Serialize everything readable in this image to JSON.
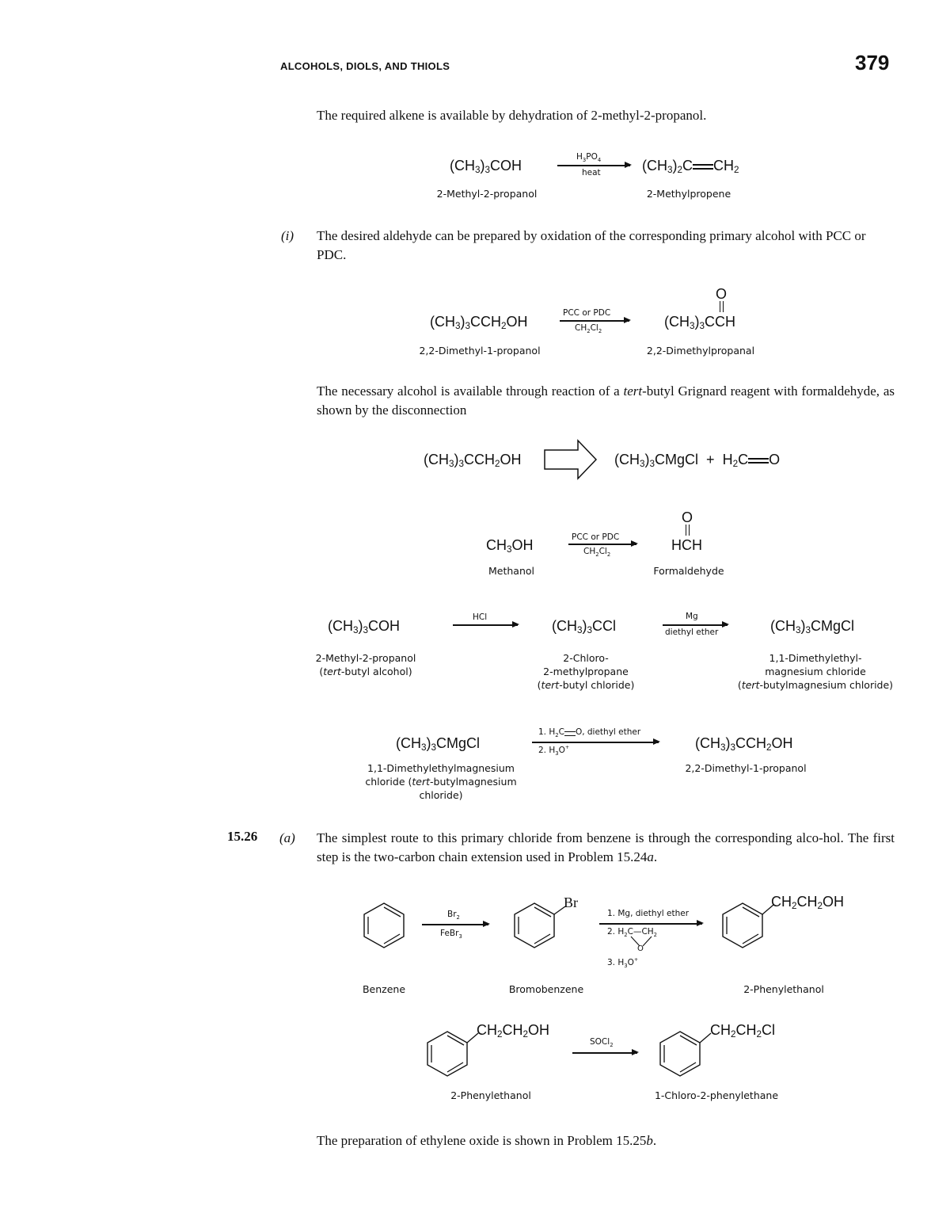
{
  "header": {
    "running_title": "ALCOHOLS, DIOLS, AND THIOLS",
    "page_number": "379"
  },
  "section_h": {
    "intro": "The required alkene is available by dehydration of 2-methyl-2-propanol.",
    "reaction": {
      "reactant": {
        "formula_parts": [
          "(CH",
          "3",
          ")",
          "3",
          "COH"
        ],
        "name": "2-Methyl-2-propanol"
      },
      "conditions_top": "H3PO4",
      "conditions_bottom": "heat",
      "product": {
        "formula_parts": [
          "(CH",
          "3",
          ")",
          "2",
          "C",
          "CH",
          "2"
        ],
        "name": "2-Methylpropene"
      }
    }
  },
  "section_i": {
    "label": "(i)",
    "text": "The desired aldehyde can be prepared by oxidation of the corresponding primary alcohol with PCC or PDC.",
    "reaction": {
      "reactant": {
        "name": "2,2-Dimethyl-1-propanol"
      },
      "conditions_top": "PCC or PDC",
      "conditions_bottom": "CH2Cl2",
      "product": {
        "carbonyl_o": "O",
        "name": "2,2-Dimethylpropanal"
      }
    },
    "text2_pre": "The necessary alcohol is available through reaction of a ",
    "text2_italic": "tert",
    "text2_post": "-butyl Grignard reagent with formaldehyde, as shown by the disconnection",
    "disconnection": {
      "left": "(CH3)3CCH2OH",
      "right_plus": "+"
    },
    "methanol_reaction": {
      "reactant_name": "Methanol",
      "conditions_top": "PCC or PDC",
      "conditions_bottom": "CH2Cl2",
      "product_o": "O",
      "product_formula": "HCH",
      "product_name": "Formaldehyde"
    },
    "grignard_prep": {
      "reactant_name_1": "2-Methyl-2-propanol",
      "reactant_name_2_italic": "tert",
      "reactant_name_2_rest": "-butyl alcohol)",
      "cond1": "HCl",
      "intermediate_name_1": "2-Chloro-",
      "intermediate_name_2": "2-methylpropane",
      "intermediate_name_3_italic": "tert",
      "intermediate_name_3_rest": "-butyl chloride)",
      "cond2_top": "Mg",
      "cond2_bottom": "diethyl ether",
      "product_name_1": "1,1-Dimethylethyl-",
      "product_name_2": "magnesium chloride",
      "product_name_3_italic": "tert",
      "product_name_3_rest": "-butylmagnesium chloride)"
    },
    "grignard_addition": {
      "reactant_name_1": "1,1-Dimethylethylmagnesium",
      "reactant_name_2_pre": "chloride (",
      "reactant_name_2_italic": "tert",
      "reactant_name_2_rest": "-butylmagnesium",
      "reactant_name_3": "chloride)",
      "cond_1": "1. H2C=O, diethyl ether",
      "cond_2": "2. H3O+",
      "product_name": "2,2-Dimethyl-1-propanol"
    }
  },
  "problem_15_26": {
    "number": "15.26",
    "part": "(a)",
    "text_pre": "The simplest route to this primary chloride from benzene is through the corresponding alco-hol. The first step is the two-carbon chain extension used in Problem 15.24",
    "text_italic": "a",
    "text_post": ".",
    "step1": {
      "start_name": "Benzene",
      "cond_top": "Br2",
      "cond_bottom": "FeBr3",
      "mid_substituent": "Br",
      "mid_name": "Bromobenzene",
      "cond2_1": "1. Mg, diethyl ether",
      "cond2_2": "2. H2C—CH2 (epoxide)",
      "cond2_3": "3. H3O+",
      "product_substituent": "CH2CH2OH",
      "product_name": "2-Phenylethanol"
    },
    "step2": {
      "start_name": "2-Phenylethanol",
      "cond": "SOCl2",
      "product_name": "1-Chloro-2-phenylethane"
    },
    "closing_pre": "The preparation of ethylene oxide is shown in Problem 15.25",
    "closing_italic": "b",
    "closing_post": "."
  }
}
